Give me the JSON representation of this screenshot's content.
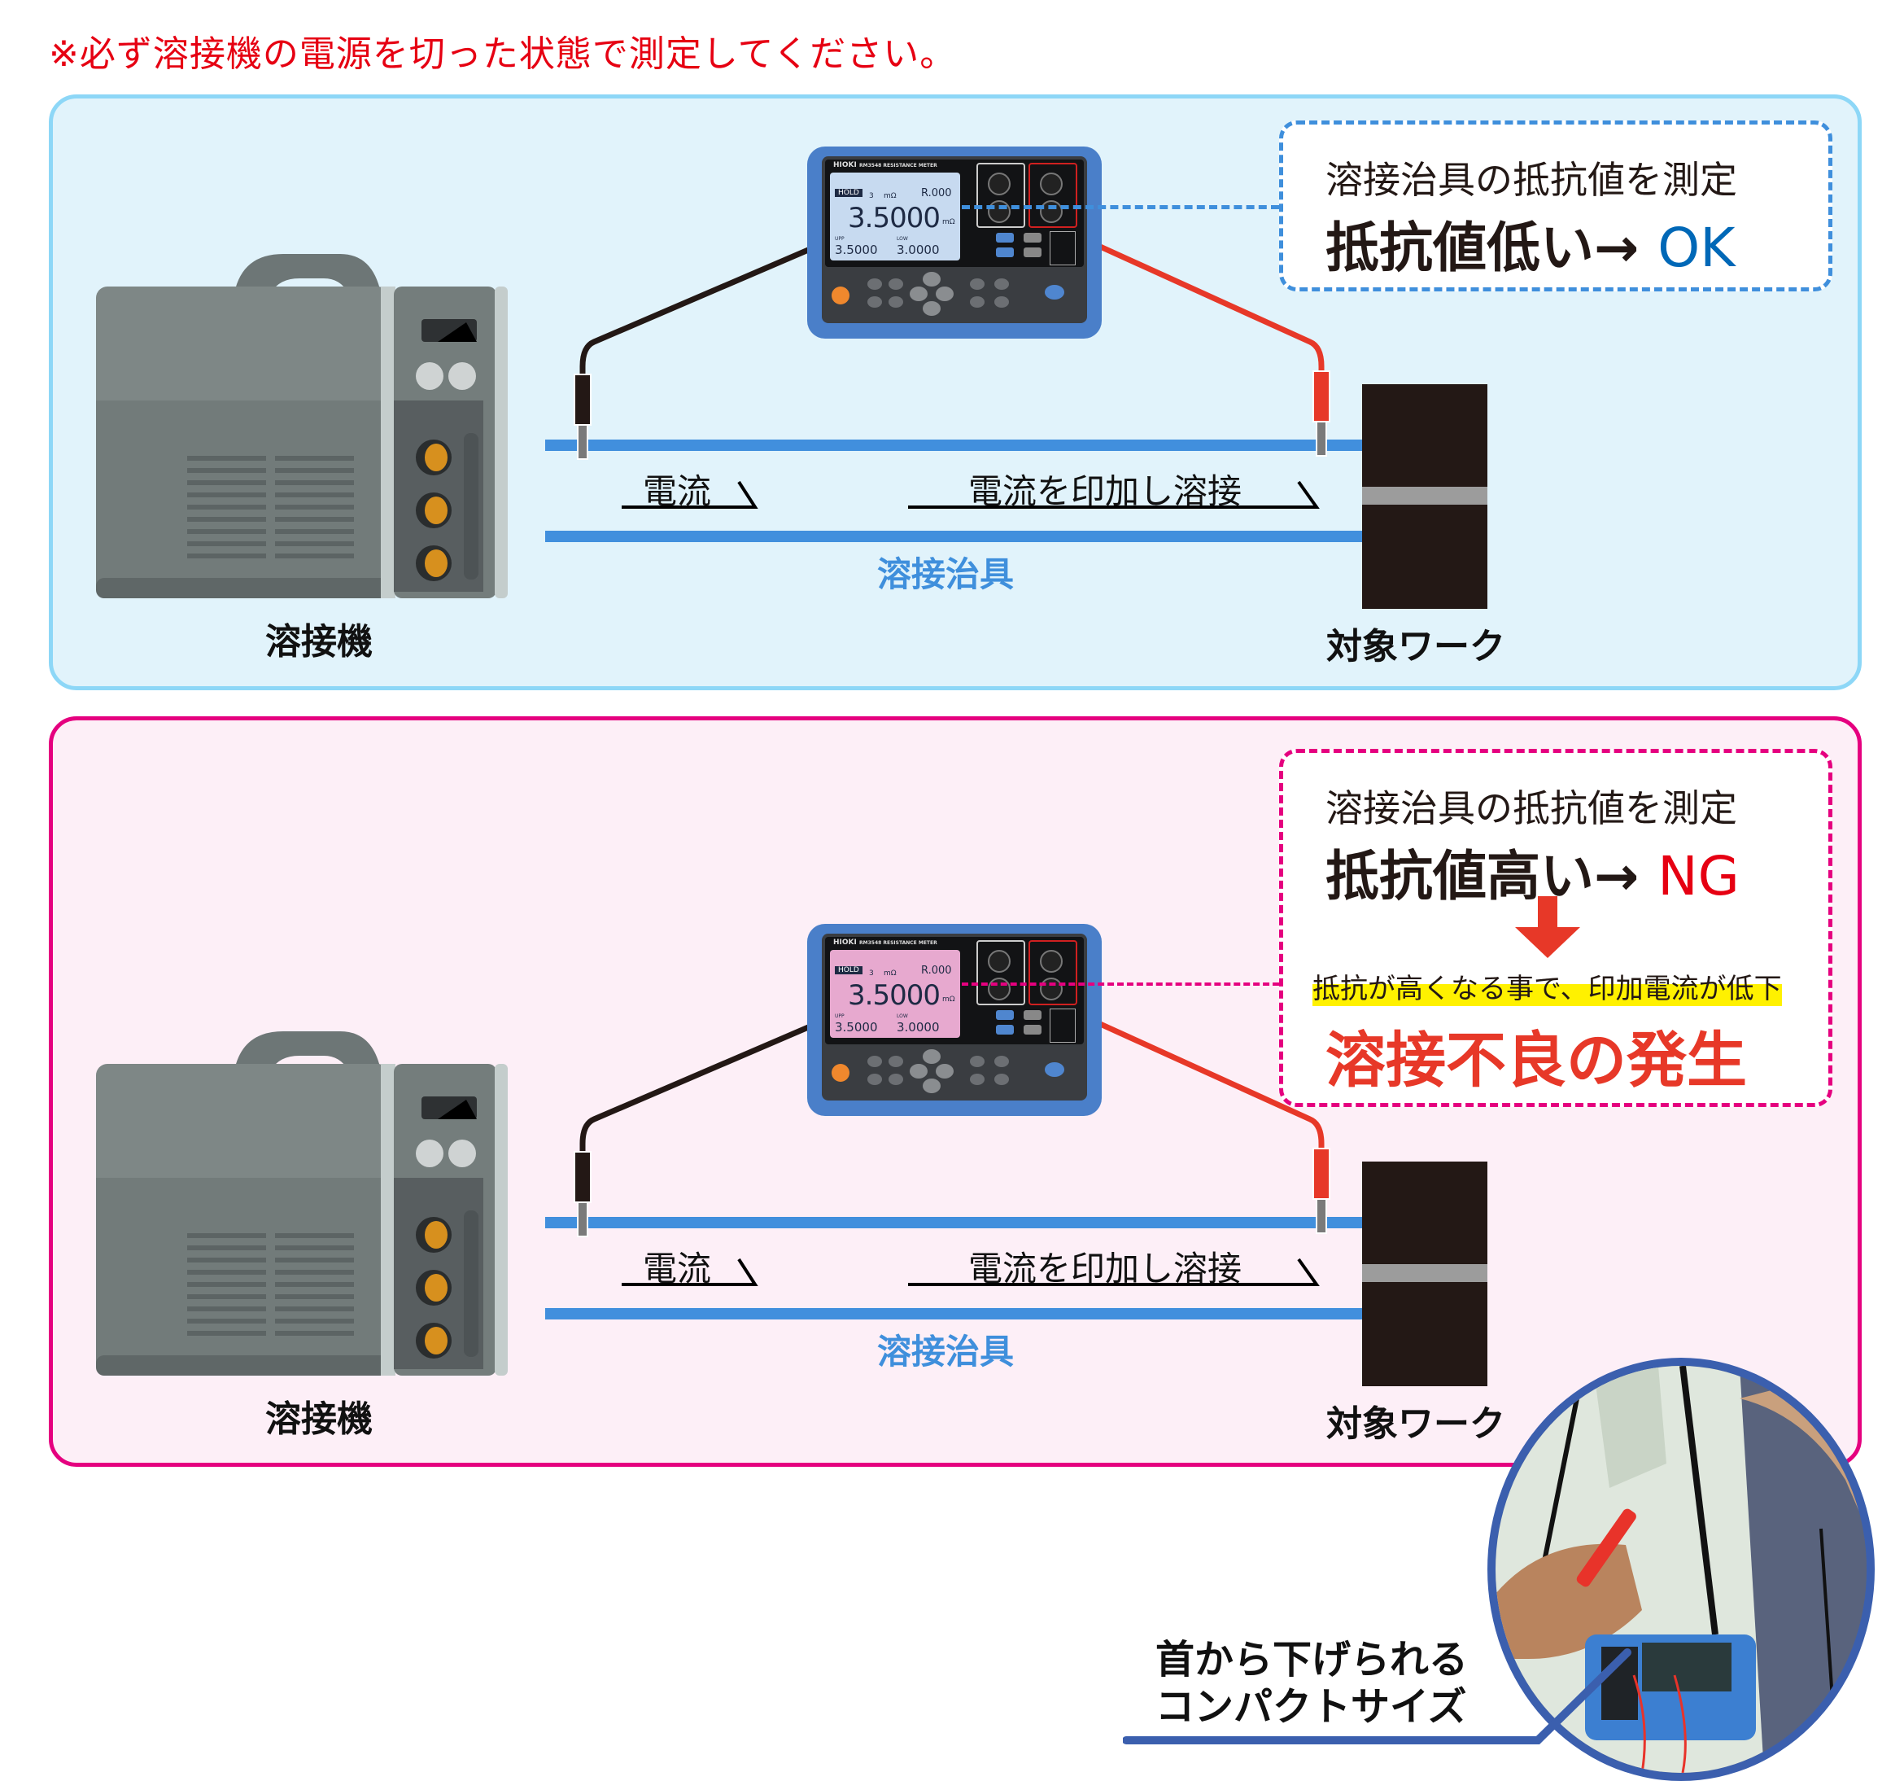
{
  "warning": "※必ず溶接機の電源を切った状態で測定してください。",
  "colors": {
    "warning_red": "#e60012",
    "ok_panel_bg": "#e1f3fb",
    "ok_panel_border": "#8dd7f7",
    "ng_panel_bg": "#fdeff7",
    "ng_panel_border": "#e5007f",
    "jig_blue": "#3f8fdc",
    "ok_blue": "#0068b7",
    "ng_red": "#e60012",
    "highlight_yellow": "#fff100",
    "work_black": "#231815",
    "accent_orange_red": "#e73828"
  },
  "ok_panel": {
    "welder_label": "溶接機",
    "jig_label": "溶接治具",
    "work_label": "対象ワーク",
    "flow_current": "電流",
    "flow_apply": "電流を印加し溶接",
    "callout": {
      "line1": "溶接治具の抵抗値を測定",
      "line2_prefix": "抵抗値低い→ ",
      "line2_result": "OK"
    },
    "meter": {
      "brand": "HIOKI",
      "model": "RM3548 RESISTANCE METER",
      "hold": "HOLD",
      "range_value": "3",
      "range_unit": "mΩ",
      "memory_no": "R.000",
      "main_reading": "3.5000",
      "main_unit": "mΩ",
      "upp_label": "UPP",
      "upp_value": "3.5000",
      "low_label": "LOW",
      "low_value": "3.0000",
      "screen_color": "#c7daf0"
    }
  },
  "ng_panel": {
    "welder_label": "溶接機",
    "jig_label": "溶接治具",
    "work_label": "対象ワーク",
    "flow_current": "電流",
    "flow_apply": "電流を印加し溶接",
    "callout": {
      "line1": "溶接治具の抵抗値を測定",
      "line2_prefix": "抵抗値高い→ ",
      "line2_result": "NG",
      "sub": "抵抗が高くなる事で、印加電流が低下",
      "result": "溶接不良の発生"
    },
    "meter": {
      "brand": "HIOKI",
      "model": "RM3548 RESISTANCE METER",
      "hold": "HOLD",
      "range_value": "3",
      "range_unit": "mΩ",
      "memory_no": "R.000",
      "main_reading": "3.5000",
      "main_unit": "mΩ",
      "upp_label": "UPP",
      "upp_value": "3.5000",
      "low_label": "LOW",
      "low_value": "3.0000",
      "screen_color": "#e7a9cf"
    }
  },
  "photo": {
    "caption_line1": "首から下げられる",
    "caption_line2": "コンパクトサイズ"
  }
}
